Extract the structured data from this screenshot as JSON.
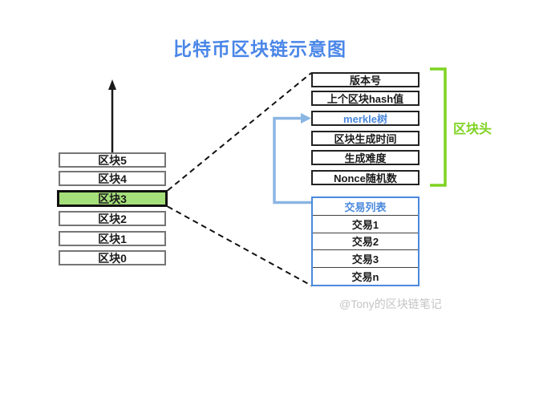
{
  "title": "比特币区块链示意图",
  "chain": {
    "blocks": [
      "区块5",
      "区块4",
      "区块3",
      "区块2",
      "区块1",
      "区块0"
    ],
    "active_block": "区块3"
  },
  "block_header": {
    "rows": [
      "版本号",
      "上个区块hash值",
      "merkle树",
      "区块生成时间",
      "生成难度",
      "Nonce随机数"
    ],
    "bracket_label": "区块头"
  },
  "transactions": {
    "header": "交易列表",
    "rows": [
      "交易1",
      "交易2",
      "交易3",
      "交易n"
    ]
  },
  "watermark": "@Tony的区块链笔记",
  "colors": {
    "title_blue": "#4a86e8",
    "accent_blue": "#4a89dc",
    "connector_light_blue": "#8ab6e3",
    "bracket_green": "#7ed321",
    "active_block_green": "#a5df7a",
    "block_border_gray": "#757575",
    "box_border_black": "#222222",
    "watermark_gray": "#c4c4c4"
  }
}
